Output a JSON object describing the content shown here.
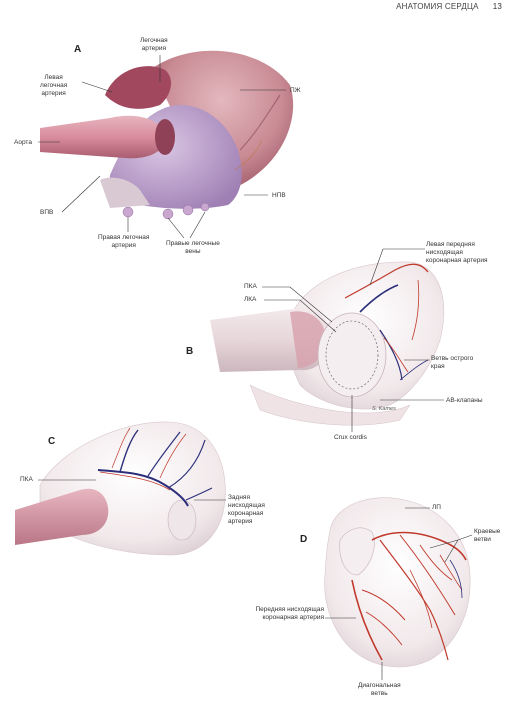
{
  "header": {
    "title": "АНАТОМИЯ СЕРДЦА",
    "page_number": "13"
  },
  "panel_a": {
    "letter": "A",
    "labels": {
      "pulmonary_artery": [
        "Легочная",
        "артерия"
      ],
      "left_pulmonary_artery": [
        "Левая",
        "легочная",
        "артерия"
      ],
      "pzh": "ПЖ",
      "aorta": "Аорта",
      "vpv": "ВПВ",
      "npv": "НПВ",
      "right_pulmonary_artery": [
        "Правая легочная",
        "артерия"
      ],
      "right_pulmonary_veins": [
        "Правые легочные",
        "вены"
      ]
    }
  },
  "panel_b": {
    "letter": "B",
    "labels": {
      "lad": [
        "Левая передняя",
        "нисходящая",
        "коронарная артерия"
      ],
      "pka": "ПКА",
      "lka": "ЛКА",
      "acute_margin_branch": [
        "Ветвь острого",
        "края"
      ],
      "av_valves": "АВ-клапаны",
      "crux": "Crux cordis",
      "signature": "S. Kames"
    }
  },
  "panel_c": {
    "letter": "C",
    "labels": {
      "pka": "ПКА",
      "pda": [
        "Задняя",
        "нисходящая",
        "коронарная",
        "артерия"
      ]
    }
  },
  "panel_d": {
    "letter": "D",
    "labels": {
      "lp": "ЛП",
      "marginal": [
        "Краевые",
        "ветви"
      ],
      "lad": [
        "Передняя нисходящая",
        "коронарная артерия"
      ],
      "diagonal": [
        "Диагональная",
        "ветвь"
      ]
    }
  },
  "colors": {
    "muscle": "#c98b94",
    "muscle_dark": "#8e3f52",
    "vessel_purple": "#b59ac9",
    "pale_tissue": "#efe6e9",
    "artery_red": "#c0392b",
    "vein_blue": "#2c2f7a"
  }
}
